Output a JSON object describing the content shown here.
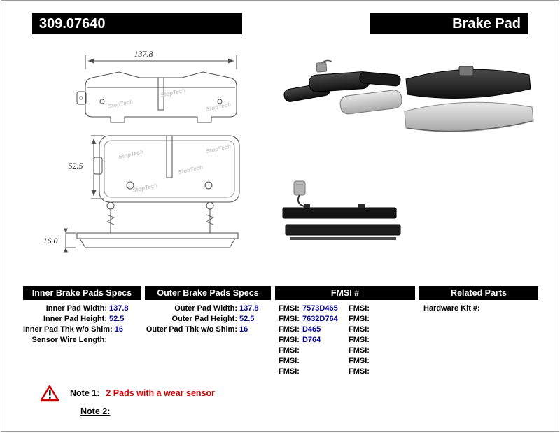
{
  "header": {
    "part_number": "309.07640",
    "product_name": "Brake Pad"
  },
  "drawing": {
    "watermark": "StopTech",
    "width_label": "137.8",
    "height_label": "52.5",
    "thickness_label": "16.0"
  },
  "specs": {
    "inner": {
      "title": "Inner Brake Pads Specs",
      "rows": [
        {
          "label": "Inner Pad Width:",
          "value": "137.8"
        },
        {
          "label": "Inner Pad Height:",
          "value": "52.5"
        },
        {
          "label": "Inner Pad Thk w/o Shim:",
          "value": "16"
        },
        {
          "label": "Sensor Wire Length:",
          "value": ""
        }
      ]
    },
    "outer": {
      "title": "Outer Brake Pads Specs",
      "rows": [
        {
          "label": "Outer Pad Width:",
          "value": "137.8"
        },
        {
          "label": "Outer Pad Height:",
          "value": "52.5"
        },
        {
          "label": "Outer Pad Thk w/o Shim:",
          "value": "16"
        }
      ]
    },
    "fmsi": {
      "title": "FMSI #",
      "label": "FMSI:",
      "col1": [
        "7573D465",
        "7632D764",
        "D465",
        "D764",
        "",
        "",
        ""
      ],
      "col2": [
        "",
        "",
        "",
        "",
        "",
        "",
        ""
      ]
    },
    "related": {
      "title": "Related Parts",
      "rows": [
        {
          "label": "Hardware Kit #:",
          "value": ""
        }
      ]
    }
  },
  "notes": {
    "note1_label": "Note 1:",
    "note1_text": "2 Pads with a wear sensor",
    "note2_label": "Note 2:",
    "note2_text": ""
  }
}
